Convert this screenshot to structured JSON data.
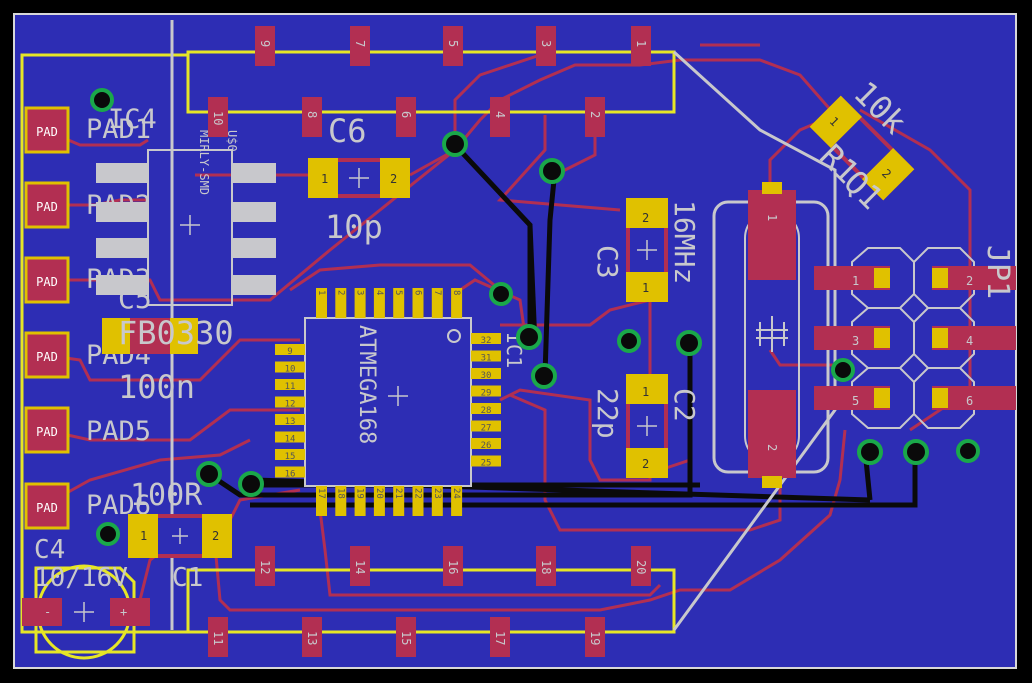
{
  "colors": {
    "background": "#000000",
    "board": "#2d2db4",
    "top_copper": "#b22f52",
    "bottom_copper": "#0a0a0a",
    "silk": "#c8c8cc",
    "pad_gold": "#e0c100",
    "via_ring": "#1aa84a",
    "outline": "#e6e6e6",
    "yellow_outline": "#e6e626"
  },
  "pad_labels": {
    "pad": "PAD",
    "names": [
      "PAD1",
      "PAD2",
      "PAD3",
      "PAD4",
      "PAD5",
      "PAD6"
    ]
  },
  "components": {
    "ic4": {
      "ref": "IC4",
      "value": "MIRLY-SMD",
      "usd": "U$0"
    },
    "c6": {
      "ref": "C6",
      "value": "10p",
      "pin1": "1",
      "pin2": "2"
    },
    "c5": {
      "ref": "C5",
      "value": "100n"
    },
    "ic1": {
      "ref": "IC1",
      "value": "ATMEGA168"
    },
    "c3": {
      "ref": "C3",
      "value": "16MHz",
      "pin1": "1",
      "pin2": "2"
    },
    "c2": {
      "ref": "C2",
      "value": "22p",
      "pin1": "1",
      "pin2": "2"
    },
    "r1": {
      "ref": "R1",
      "value": "10k",
      "pin1": "1",
      "pin2": "2"
    },
    "q1": {
      "ref": "Q1"
    },
    "jp1": {
      "ref": "JP1",
      "pins": [
        "1",
        "2",
        "3",
        "4",
        "5",
        "6"
      ]
    },
    "r2": {
      "ref": "100R",
      "pin1": "2",
      "pin2": "1"
    },
    "c4": {
      "ref": "C4",
      "value": "10/16V",
      "pin1": "-",
      "pin2": "+"
    },
    "c1": {
      "ref": "C1"
    },
    "overlay_text": "FB0330",
    "crystal_pins": [
      "1",
      "2"
    ]
  },
  "header_top": {
    "row1": [
      "9",
      "7",
      "5",
      "3",
      "1"
    ],
    "row2": [
      "10",
      "8",
      "6",
      "4",
      "2"
    ]
  },
  "header_bottom": {
    "row1": [
      "12",
      "14",
      "16",
      "18",
      "20"
    ],
    "row2": [
      "11",
      "13",
      "15",
      "17",
      "19"
    ]
  },
  "ic1_pins": {
    "left": [
      "9",
      "10",
      "11",
      "12",
      "13",
      "14",
      "15",
      "16"
    ],
    "right": [
      "32",
      "31",
      "30",
      "29",
      "28",
      "27",
      "26",
      "25"
    ],
    "top": [
      "1",
      "2",
      "3",
      "4",
      "5",
      "6",
      "7",
      "8"
    ],
    "bottom": [
      "17",
      "18",
      "19",
      "20",
      "21",
      "22",
      "23",
      "24"
    ]
  }
}
